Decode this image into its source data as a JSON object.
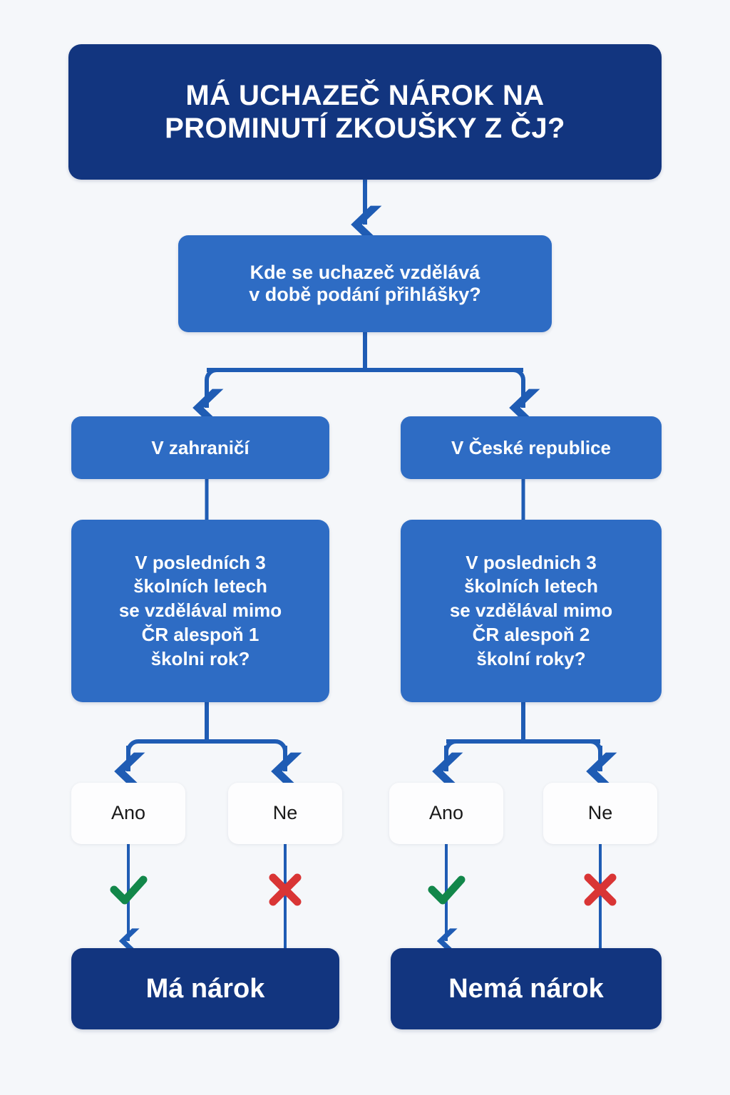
{
  "meta": {
    "kind": "decision-flowchart",
    "language": "cs",
    "background_color": "#f5f7fa"
  },
  "palette": {
    "navy": "#12357f",
    "blue": "#2e6cc4",
    "connector": "#1f5cb4",
    "white_box": "#fdfdfe",
    "check_green": "#12874a",
    "cross_red": "#d93535",
    "text_light": "#ffffff",
    "text_dark": "#1a1a1a"
  },
  "title": {
    "line1": "MÁ UCHAZEČ NÁROK NA",
    "line2": "PROMINUTÍ ZKOUŠKY Z ČJ?"
  },
  "question": {
    "line1": "Kde se uchazeč vzdělává",
    "line2": "v době podání přihlášky?"
  },
  "branches": [
    {
      "label": "V zahraničí"
    },
    {
      "label": "V České republice"
    }
  ],
  "details": [
    {
      "line1": "V posledních 3",
      "line2": "školních letech",
      "line3": "se vzdělával mimo",
      "line4": "ČR alespoň 1",
      "line5": "školni rok?"
    },
    {
      "line1": "V poslednich 3",
      "line2": "školních letech",
      "line3": "se vzdělával mimo",
      "line4": "ČR alespoň 2",
      "line5": "školní roky?"
    }
  ],
  "answers": [
    {
      "label": "Ano",
      "mark": "check-icon"
    },
    {
      "label": "Ne",
      "mark": "cross-icon"
    },
    {
      "label": "Ano",
      "mark": "check-icon"
    },
    {
      "label": "Ne",
      "mark": "cross-icon"
    }
  ],
  "results": [
    {
      "label": "Má nárok"
    },
    {
      "label": "Nemá nárok"
    }
  ]
}
